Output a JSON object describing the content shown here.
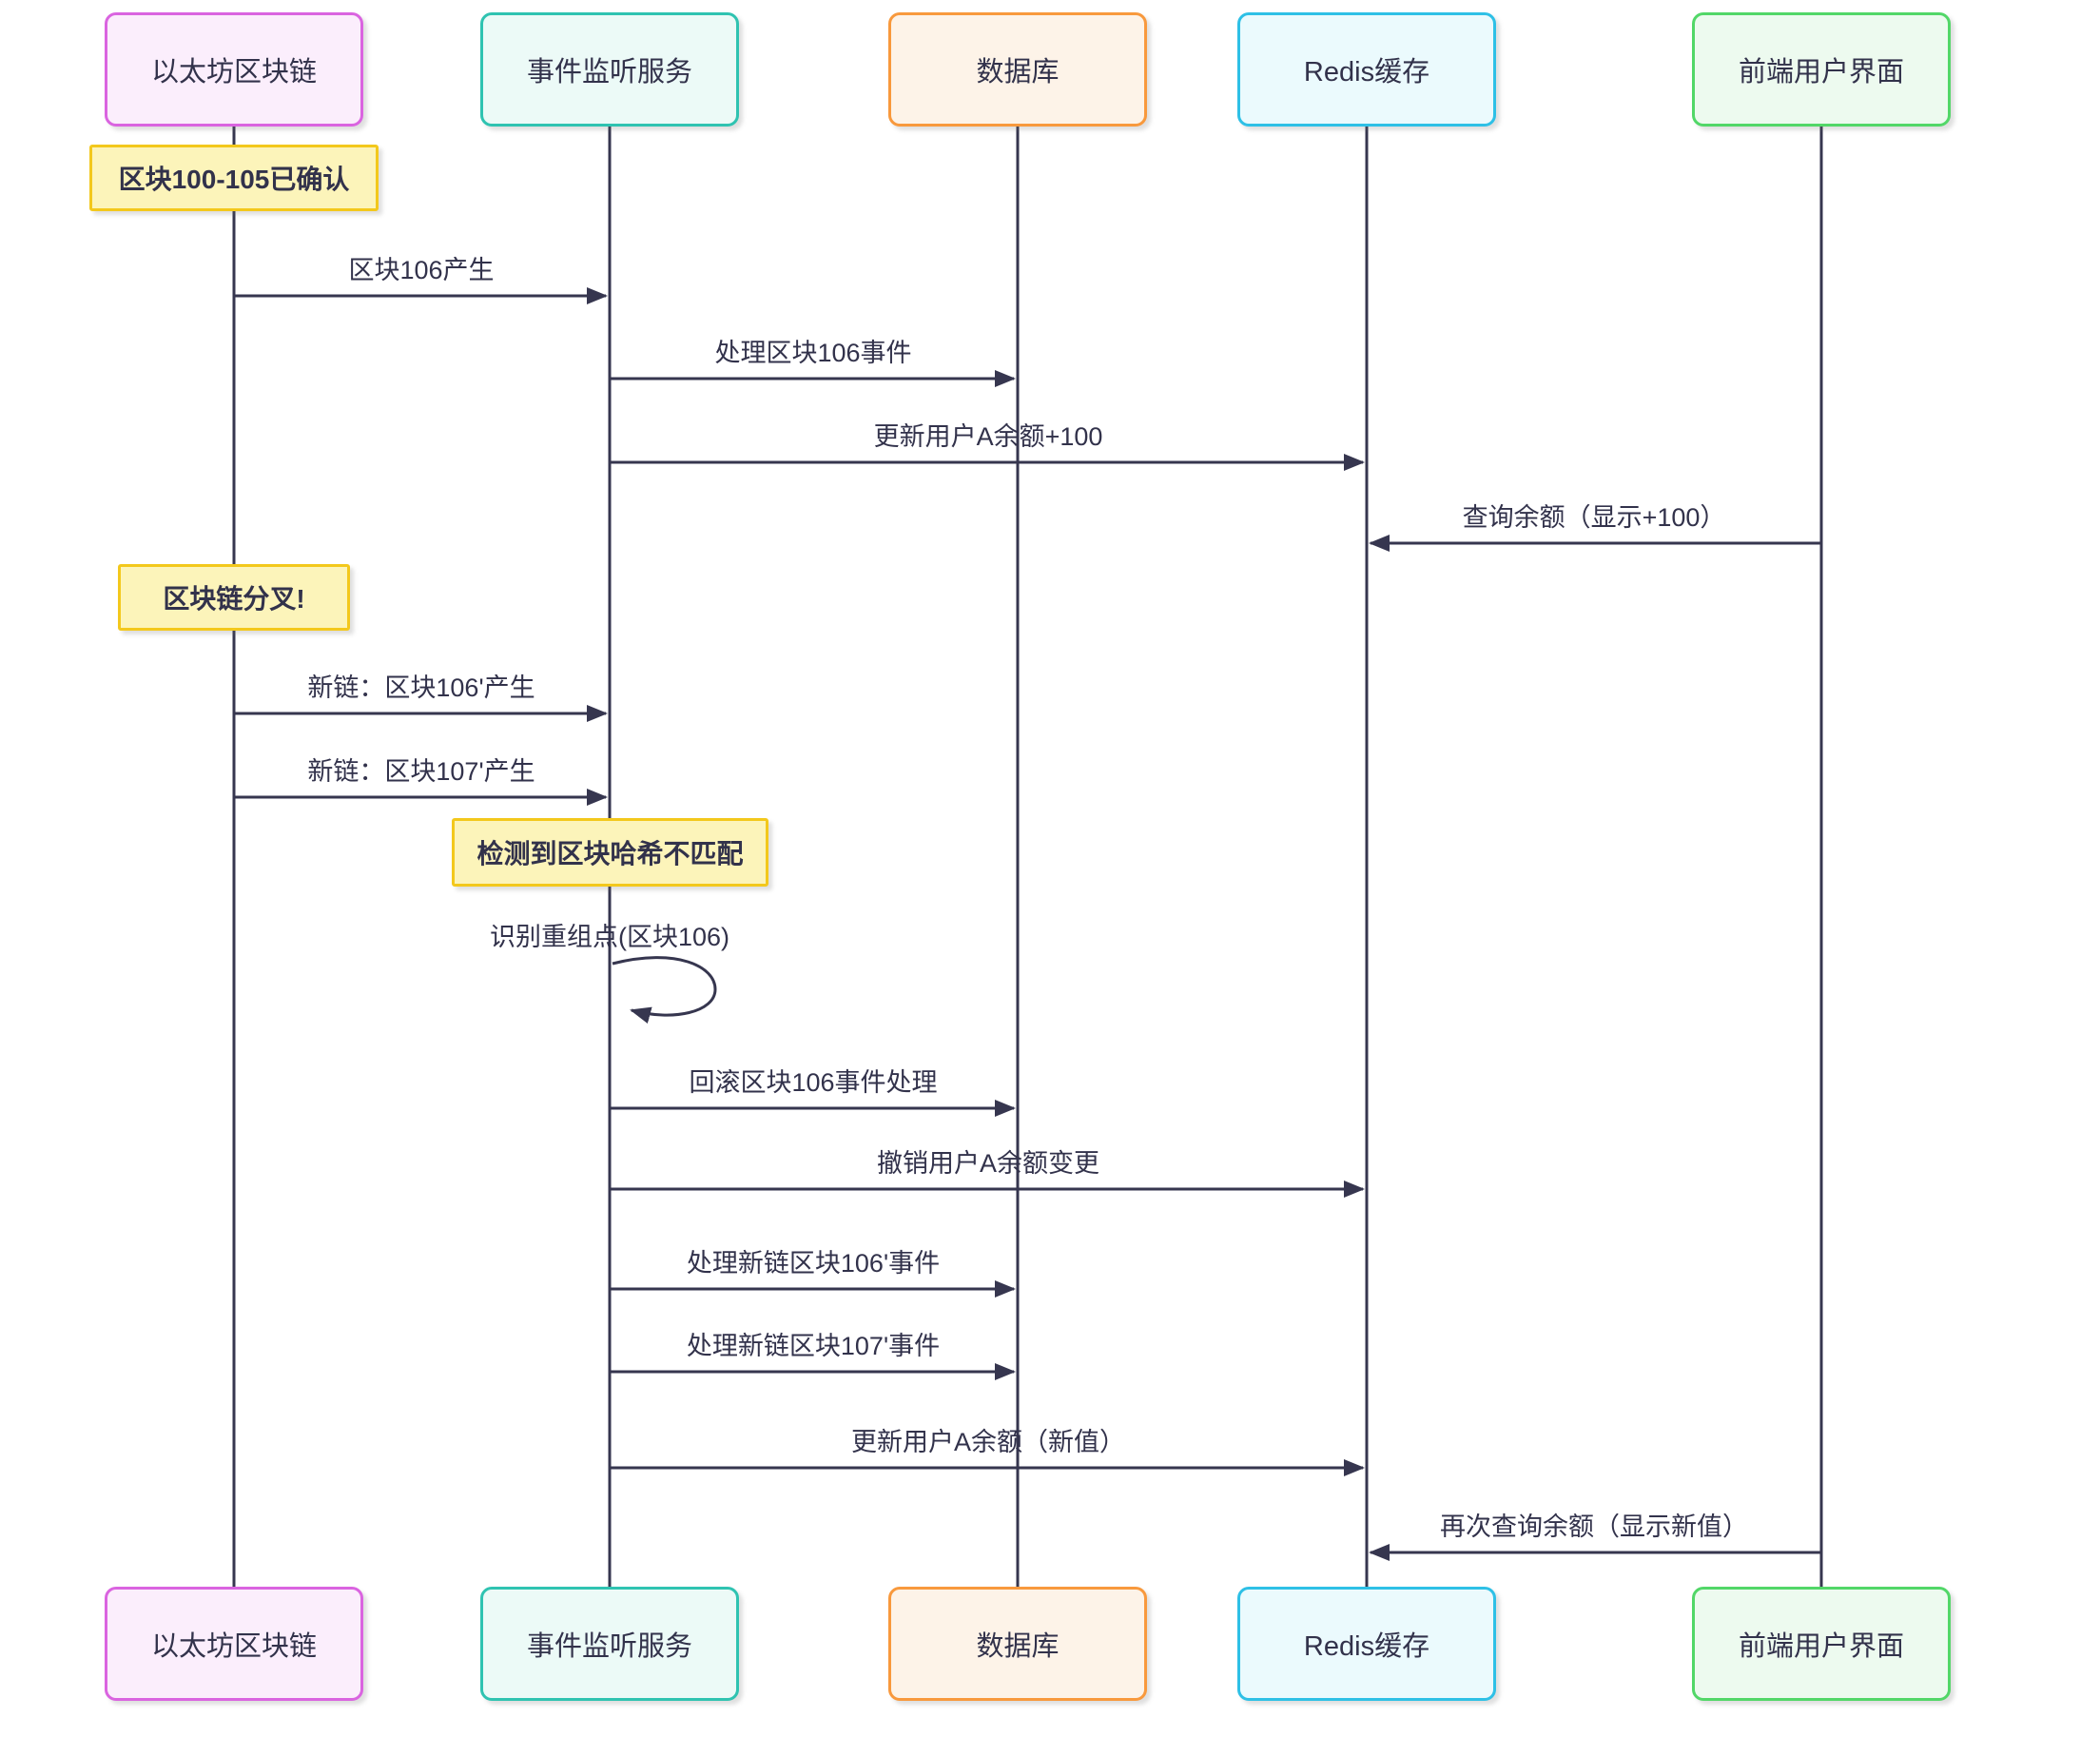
{
  "diagram": {
    "type": "sequence-diagram",
    "actors": [
      {
        "id": "ethereum",
        "name": "以太坊区块链",
        "border": "#da64e0",
        "fill": "#fbeefc"
      },
      {
        "id": "listener",
        "name": "事件监听服务",
        "border": "#2fc3b1",
        "fill": "#ecfaf7"
      },
      {
        "id": "database",
        "name": "数据库",
        "border": "#f8993d",
        "fill": "#fdf3e8"
      },
      {
        "id": "redis",
        "name": "Redis缓存",
        "border": "#2ec0e6",
        "fill": "#ebfafd"
      },
      {
        "id": "frontend",
        "name": "前端用户界面",
        "border": "#52d768",
        "fill": "#edfaef"
      }
    ],
    "notes": [
      {
        "text": "区块100-105已确认",
        "over": "ethereum"
      },
      {
        "text": "区块链分叉!",
        "over": "ethereum"
      },
      {
        "text": "检测到区块哈希不匹配",
        "over": "listener"
      }
    ],
    "messages": [
      {
        "text": "区块106产生",
        "from": "ethereum",
        "to": "listener"
      },
      {
        "text": "处理区块106事件",
        "from": "listener",
        "to": "database"
      },
      {
        "text": "更新用户A余额+100",
        "from": "listener",
        "to": "redis"
      },
      {
        "text": "查询余额（显示+100）",
        "from": "frontend",
        "to": "redis"
      },
      {
        "text": "新链：区块106'产生",
        "from": "ethereum",
        "to": "listener"
      },
      {
        "text": "新链：区块107'产生",
        "from": "ethereum",
        "to": "listener"
      },
      {
        "text": "识别重组点(区块106)",
        "from": "listener",
        "to": "listener"
      },
      {
        "text": "回滚区块106事件处理",
        "from": "listener",
        "to": "database"
      },
      {
        "text": "撤销用户A余额变更",
        "from": "listener",
        "to": "redis"
      },
      {
        "text": "处理新链区块106'事件",
        "from": "listener",
        "to": "database"
      },
      {
        "text": "处理新链区块107'事件",
        "from": "listener",
        "to": "database"
      },
      {
        "text": "更新用户A余额（新值）",
        "from": "listener",
        "to": "redis"
      },
      {
        "text": "再次查询余额（显示新值）",
        "from": "frontend",
        "to": "redis"
      }
    ],
    "colors": {
      "line": "#36364f",
      "text": "#32324b",
      "note_fill": "#fcf4ba",
      "note_border": "#f3c81c"
    }
  }
}
